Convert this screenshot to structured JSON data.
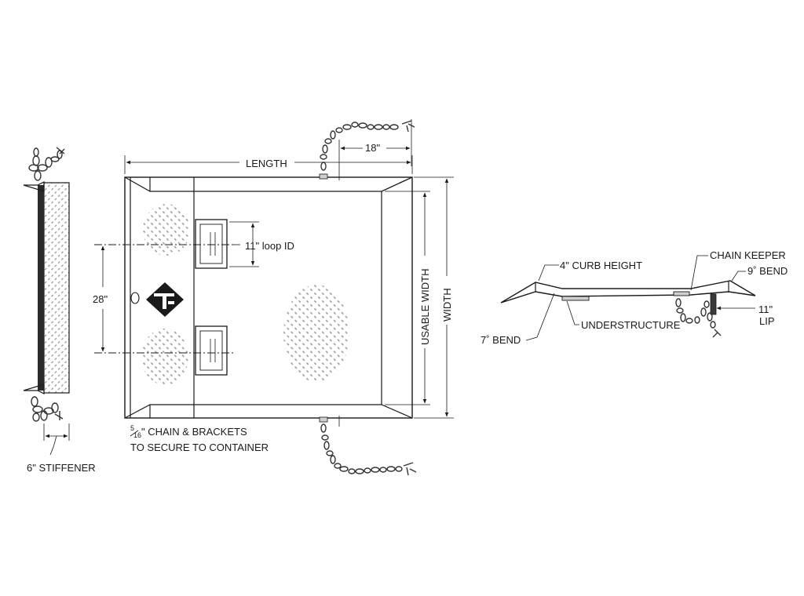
{
  "labels": {
    "length": "LENGTH",
    "chain_spacing": "18\"",
    "loop_id": "11\" loop ID",
    "loop_spacing": "28\"",
    "usable_width": "USABLE WIDTH",
    "width": "WIDTH",
    "stiffener": "6\" STIFFENER",
    "chain_brackets_line1_frac_num": "5",
    "chain_brackets_line1_frac_den": "16",
    "chain_brackets_line1_rest": "\" CHAIN & BRACKETS",
    "chain_brackets_line2": "TO SECURE TO CONTAINER",
    "curb_height": "4\" CURB HEIGHT",
    "chain_keeper": "CHAIN KEEPER",
    "bend_9": "9˚ BEND",
    "understructure": "UNDERSTRUCTURE",
    "bend_7": "7˚ BEND",
    "lip_value": "11\"",
    "lip_word": "LIP"
  }
}
